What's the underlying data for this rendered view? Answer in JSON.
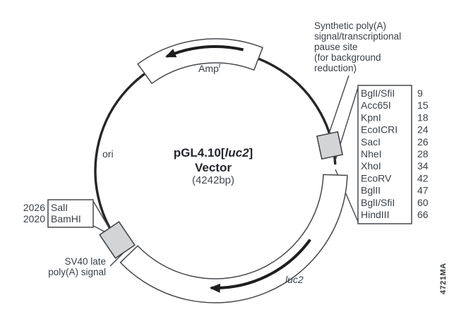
{
  "title": {
    "prefix": "pGL4.10[",
    "gene": "luc2",
    "suffix": "]",
    "line2": "Vector",
    "size": "(4242bp)"
  },
  "labels": {
    "amp": "Amp",
    "amp_sup": "r",
    "ori": "ori",
    "luc2": "luc2",
    "sv40_line1": "SV40 late",
    "sv40_line2": "poly(A) signal"
  },
  "note": {
    "lines": [
      "Synthetic poly(A)",
      "signal/transcriptional",
      "pause site",
      "(for background",
      "reduction)"
    ]
  },
  "left_sites": {
    "rows": [
      {
        "position": "2026",
        "enzyme": "SalI"
      },
      {
        "position": "2020",
        "enzyme": "BamHI"
      }
    ]
  },
  "mcs_table": {
    "rows": [
      {
        "enzyme": "BglI/SfiI",
        "position": "9"
      },
      {
        "enzyme": "Acc65I",
        "position": "15"
      },
      {
        "enzyme": "KpnI",
        "position": "18"
      },
      {
        "enzyme": "EcoICRI",
        "position": "24"
      },
      {
        "enzyme": "SacI",
        "position": "26"
      },
      {
        "enzyme": "NheI",
        "position": "28"
      },
      {
        "enzyme": "XhoI",
        "position": "34"
      },
      {
        "enzyme": "EcoRV",
        "position": "42"
      },
      {
        "enzyme": "BglII",
        "position": "47"
      },
      {
        "enzyme": "BglI/SfiI",
        "position": "60"
      },
      {
        "enzyme": "HindIII",
        "position": "66"
      }
    ]
  },
  "watermark": "4721MA",
  "colors": {
    "backbone": "#262626",
    "site_fill": "#d3d4d5",
    "band_fill": "#ffffff",
    "text": "#3a4046"
  }
}
